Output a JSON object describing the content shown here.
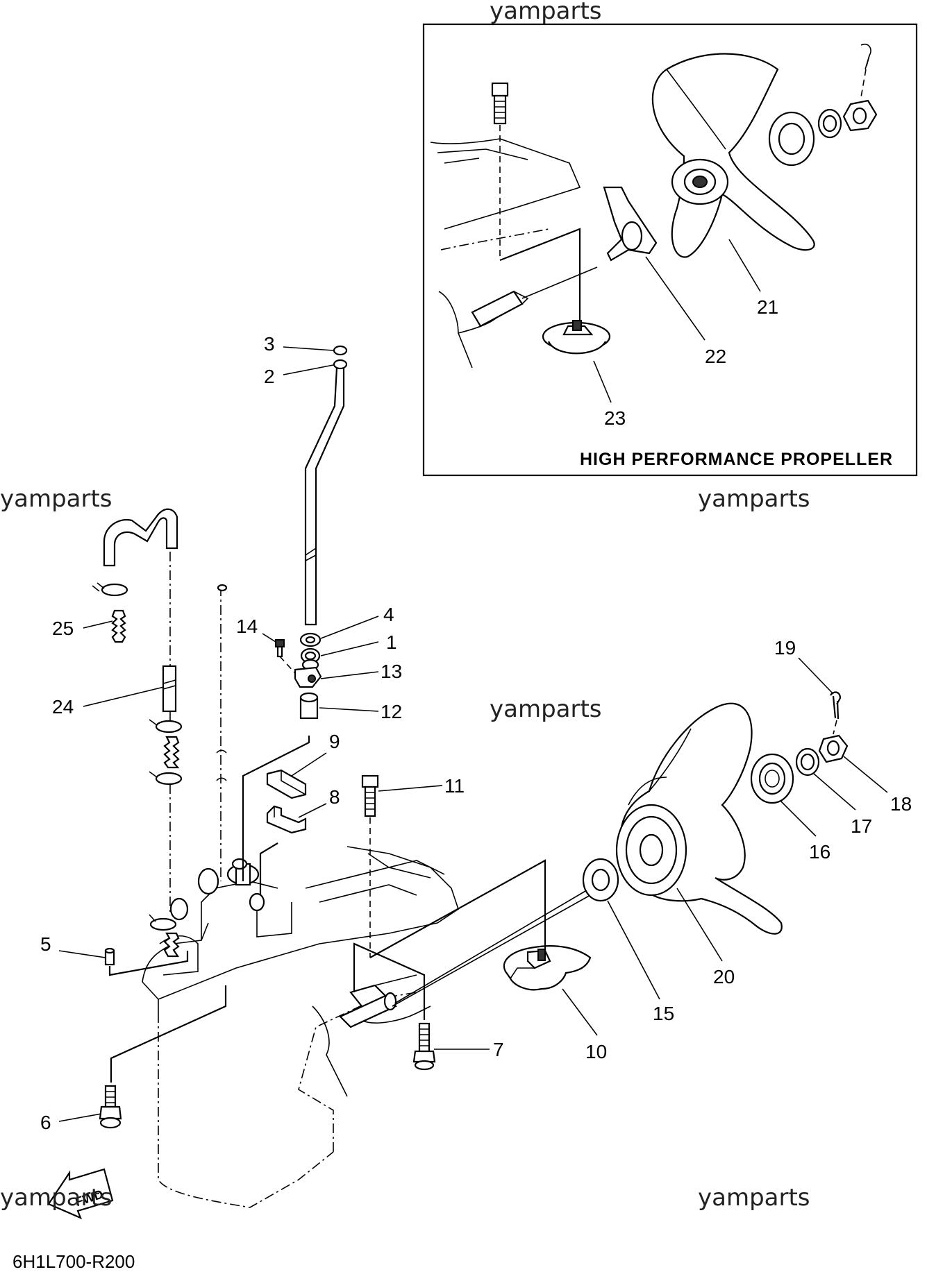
{
  "watermarks": {
    "top": "yamparts",
    "mid_left": "yamparts",
    "mid_right": "yamparts",
    "center": "yamparts",
    "bottom_left": "yamparts",
    "bottom_right": "yamparts"
  },
  "inset": {
    "title": "HIGH PERFORMANCE PROPELLER"
  },
  "callouts": {
    "c1": "1",
    "c2": "2",
    "c3": "3",
    "c4": "4",
    "c5": "5",
    "c6": "6",
    "c7": "7",
    "c8": "8",
    "c9": "9",
    "c10": "10",
    "c11": "11",
    "c12": "12",
    "c13": "13",
    "c14": "14",
    "c15": "15",
    "c16": "16",
    "c17": "17",
    "c18": "18",
    "c19": "19",
    "c20": "20",
    "c21": "21",
    "c22": "22",
    "c23": "23",
    "c24": "24",
    "c25": "25"
  },
  "fwd_arrow": {
    "label": "FWD"
  },
  "diagram_code": "6H1L700-R200"
}
